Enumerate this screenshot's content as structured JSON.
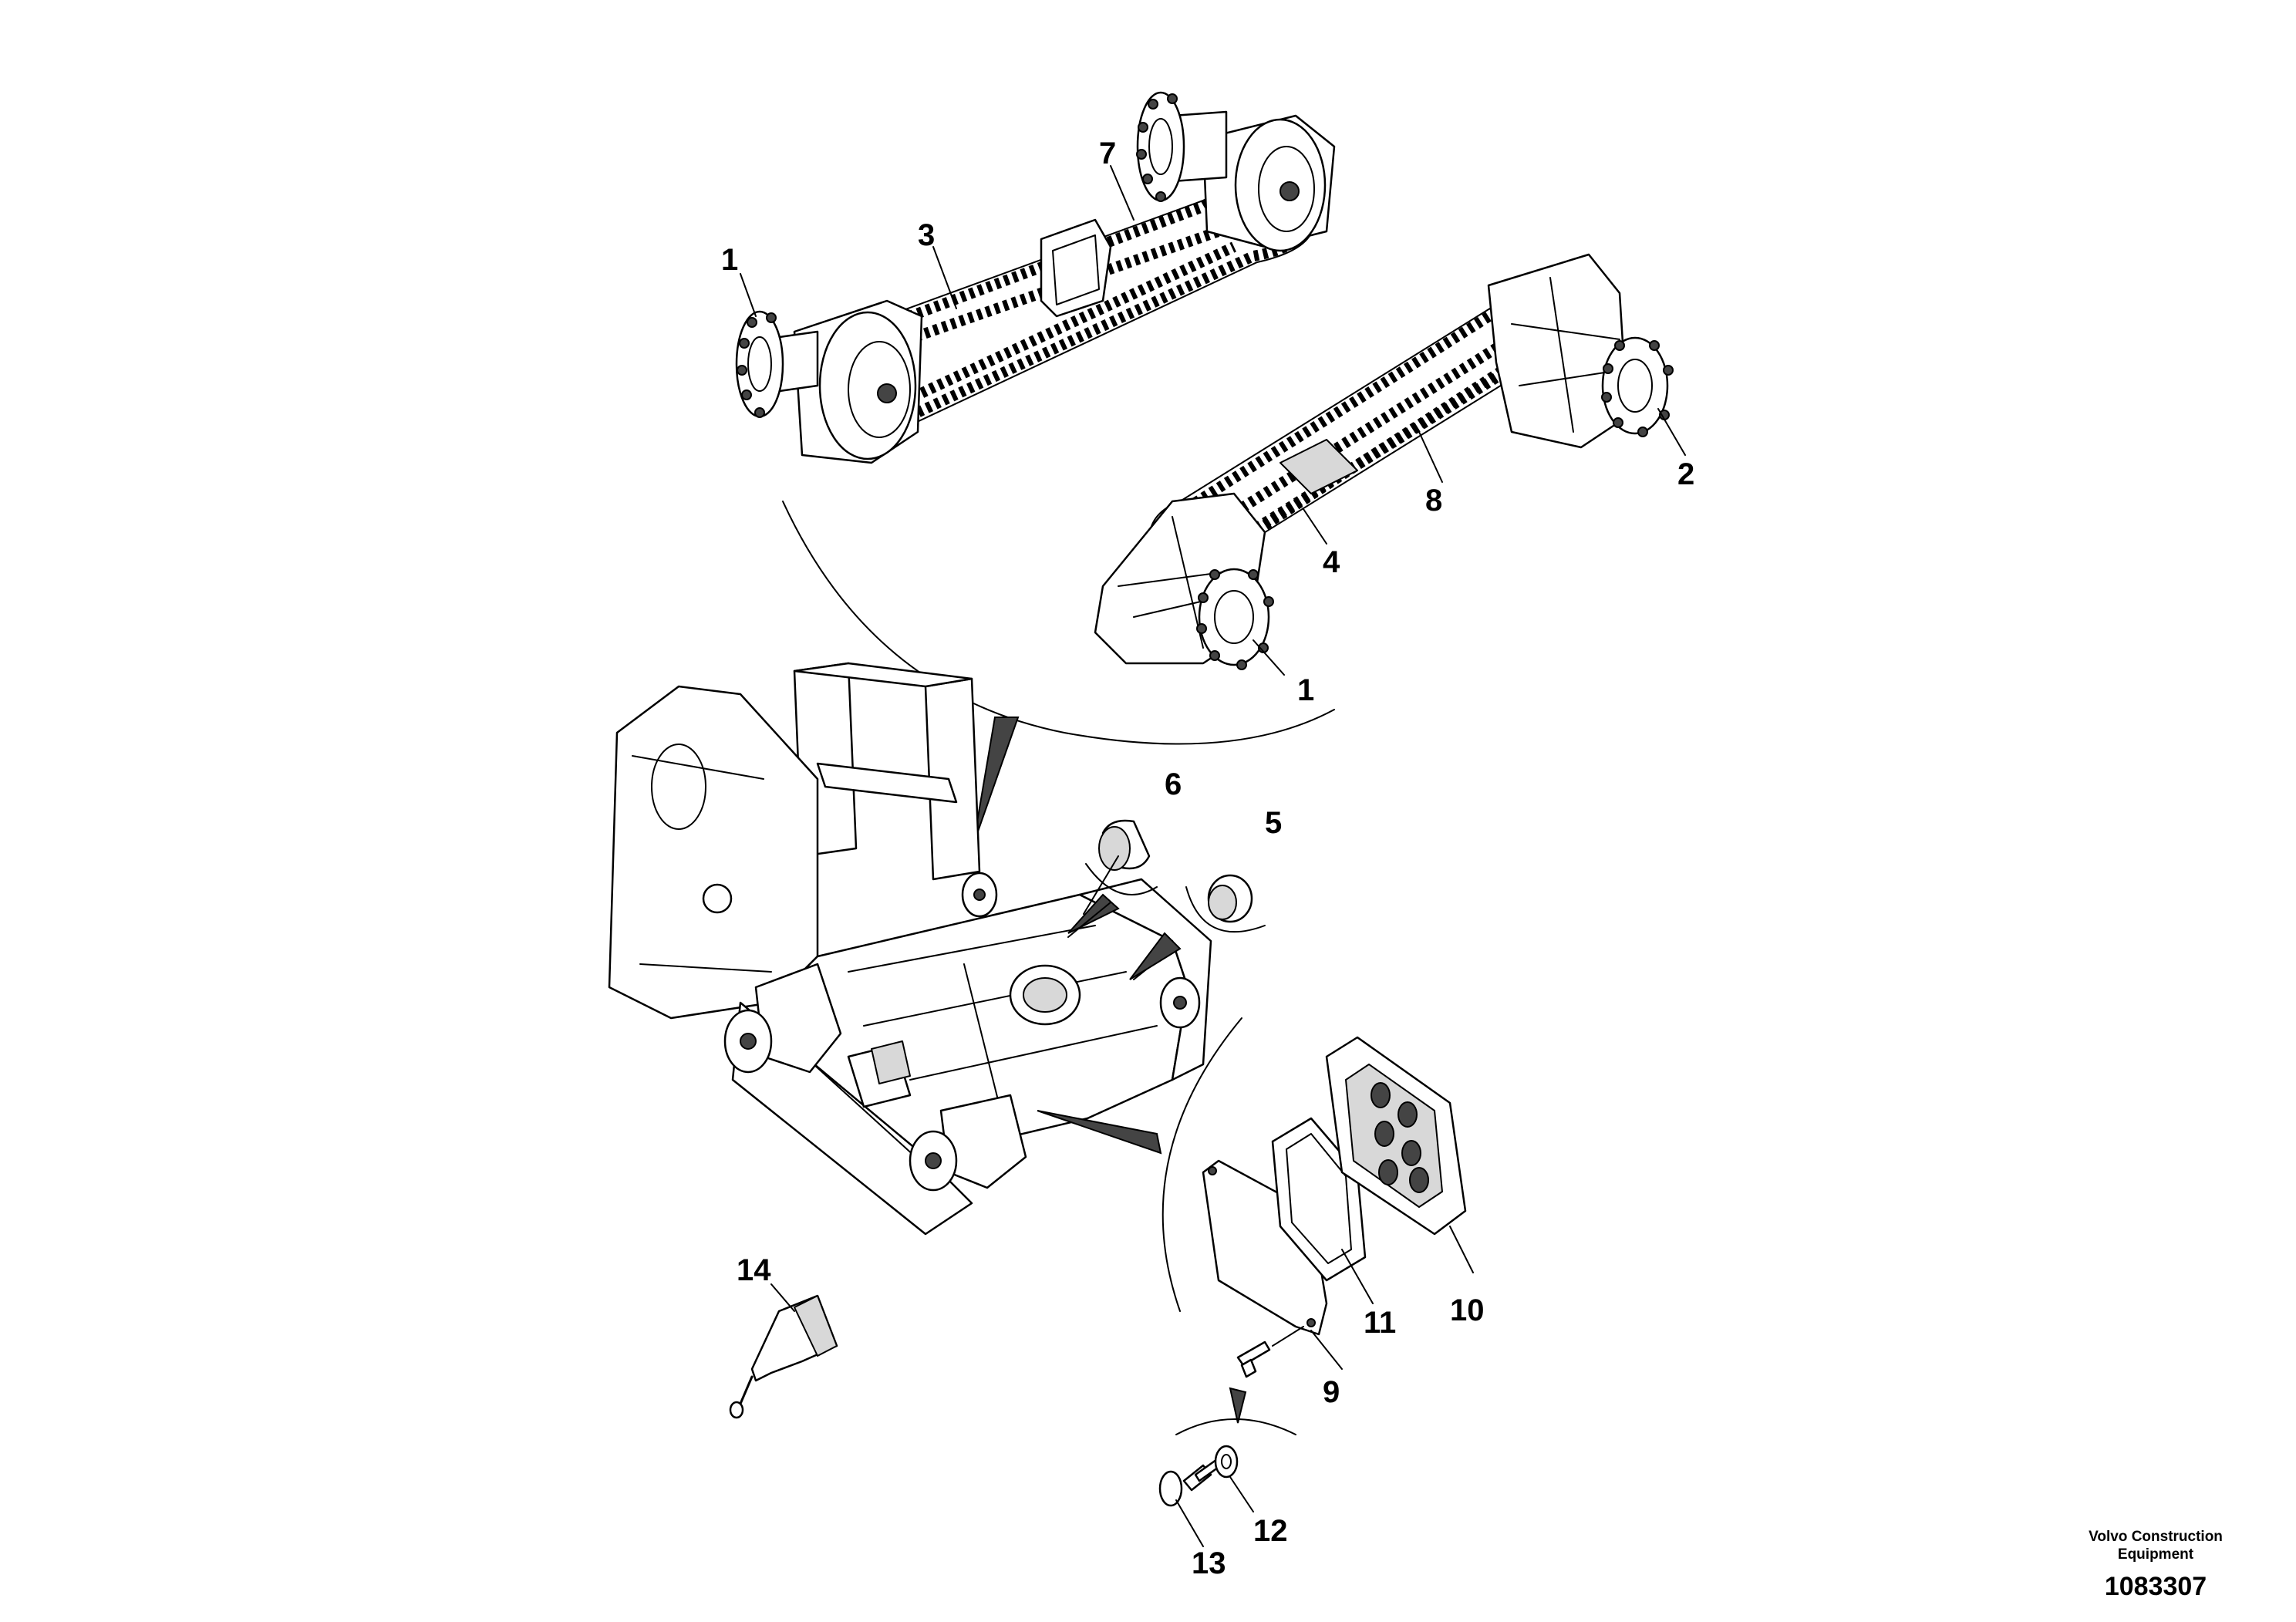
{
  "diagram": {
    "callouts": [
      "1",
      "3",
      "7",
      "2",
      "8",
      "4",
      "1",
      "6",
      "5",
      "14",
      "11",
      "10",
      "9",
      "12",
      "13"
    ],
    "brand_line1": "Volvo Construction",
    "brand_line2": "Equipment",
    "document_number": "1083307"
  }
}
